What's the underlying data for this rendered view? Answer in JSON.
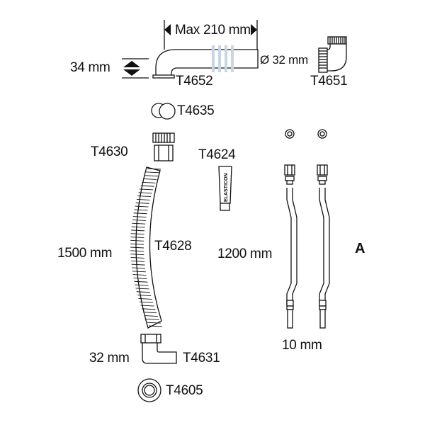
{
  "diagram": {
    "title": "",
    "parts": [
      {
        "code": "T4652",
        "name": "elbow-pipe"
      },
      {
        "code": "T4651",
        "name": "elbow-connector"
      },
      {
        "code": "T4635",
        "name": "seal-rings"
      },
      {
        "code": "T4630",
        "name": "nut-connector"
      },
      {
        "code": "T4624",
        "name": "elasticon-tube"
      },
      {
        "code": "T4628",
        "name": "corrugated-hose"
      },
      {
        "code": "T4631",
        "name": "elbow-outlet"
      },
      {
        "code": "T4605",
        "name": "gasket-ring"
      }
    ],
    "dimensions": {
      "max_length": "Max 210 mm",
      "height": "34 mm",
      "diameter": "Ø 32 mm",
      "hose_length": "1500 mm",
      "flex_length": "1200 mm",
      "flex_diameter": "10 mm",
      "outlet_diameter": "32 mm"
    },
    "group_label": "A",
    "tube_text": "ELASTICON",
    "accent_color": "#c9d5e3"
  }
}
